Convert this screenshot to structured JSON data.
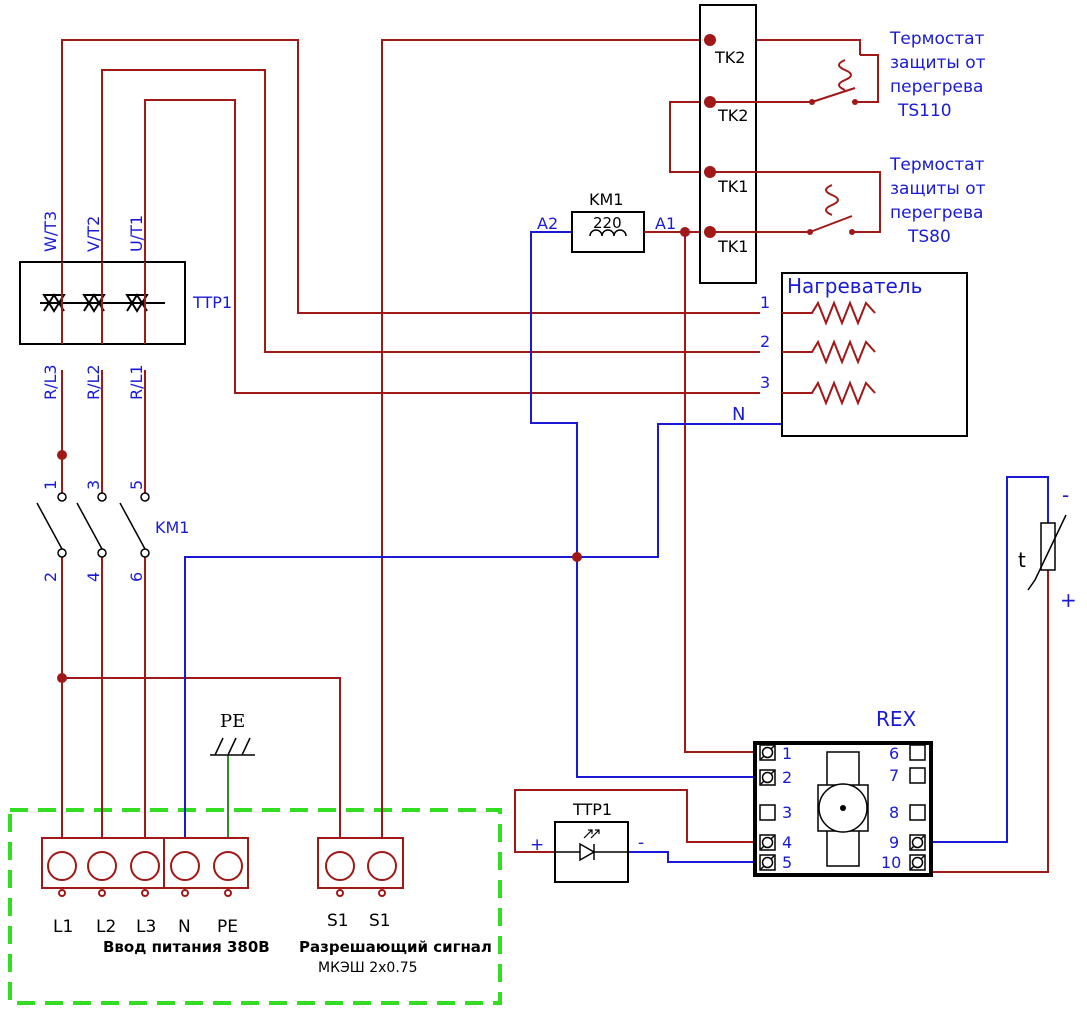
{
  "ssr": {
    "label": "TTP1",
    "top_pins": [
      "W/T3",
      "V/T2",
      "U/T1"
    ],
    "bottom_pins": [
      "R/L3",
      "R/L2",
      "R/L1"
    ]
  },
  "contactor": {
    "label": "KM1",
    "top_pins": [
      "1",
      "3",
      "5"
    ],
    "bottom_pins": [
      "2",
      "4",
      "6"
    ],
    "coil_label": "KM1",
    "coil_voltage": "220",
    "coil_a1": "A1",
    "coil_a2": "A2"
  },
  "thermostat_block": {
    "terminals": [
      "TK2",
      "TK2",
      "TK1",
      "TK1"
    ]
  },
  "thermostats": [
    {
      "lines": [
        "Термостат",
        "защиты от",
        "перегрева",
        "TS110"
      ]
    },
    {
      "lines": [
        "Термостат",
        "защиты от",
        "перегрева",
        "TS80"
      ]
    }
  ],
  "heater": {
    "title": "Нагреватель",
    "elements": [
      "1",
      "2",
      "3"
    ],
    "neutral": "N"
  },
  "sensor": {
    "symbol": "t",
    "minus": "-",
    "plus": "+"
  },
  "controller": {
    "title": "REX",
    "left_pins": [
      "1",
      "2",
      "3",
      "4",
      "5"
    ],
    "right_pins": [
      "6",
      "7",
      "8",
      "9",
      "10"
    ]
  },
  "ssr_input": {
    "label": "TTP1",
    "plus": "+",
    "minus": "-"
  },
  "ground": {
    "label": "PE"
  },
  "terminals": {
    "power_labels": [
      "L1",
      "L2",
      "L3",
      "N",
      "PE"
    ],
    "signal_labels": [
      "S1",
      "S1"
    ],
    "power_caption": "Ввод питания 380В",
    "signal_caption": "Разрешающий сигнал",
    "cable_caption": "МКЭШ 2х0.75"
  },
  "colors": {
    "phase_wire": "#a01818",
    "neutral_wire": "#1a1ad6",
    "ground_wire": "#2e8b2e",
    "label_text": "#1a1ad6",
    "boundary": "#33dd22"
  }
}
